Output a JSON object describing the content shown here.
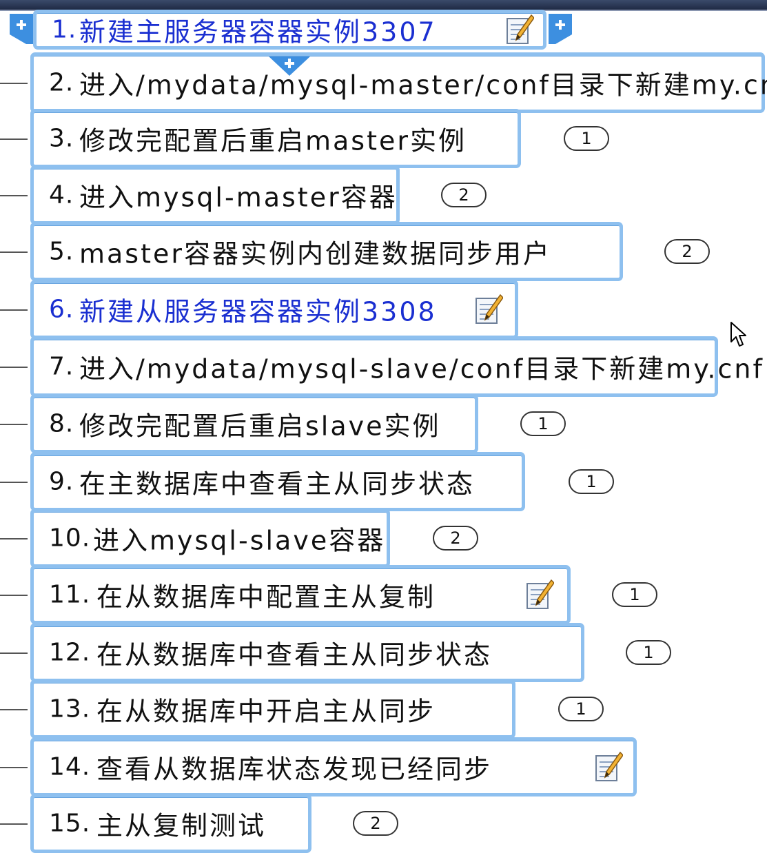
{
  "mindmap": {
    "nodes": [
      {
        "num": "1.",
        "text": "新建主服务器容器实例3307",
        "style": "link",
        "has_note": true,
        "badge": null
      },
      {
        "num": "2.",
        "text": "进入/mydata/mysql-master/conf目录下新建my.cnf",
        "style": "normal",
        "has_note": false,
        "badge": null
      },
      {
        "num": "3.",
        "text": "修改完配置后重启master实例",
        "style": "normal",
        "has_note": false,
        "badge": "1"
      },
      {
        "num": "4.",
        "text": "进入mysql-master容器",
        "style": "normal",
        "has_note": false,
        "badge": "2"
      },
      {
        "num": "5.",
        "text": "master容器实例内创建数据同步用户",
        "style": "normal",
        "has_note": false,
        "badge": "2"
      },
      {
        "num": "6.",
        "text": "新建从服务器容器实例3308",
        "style": "link",
        "has_note": true,
        "badge": null
      },
      {
        "num": "7.",
        "text": "进入/mydata/mysql-slave/conf目录下新建my.cnf",
        "style": "normal",
        "has_note": false,
        "badge": null
      },
      {
        "num": "8.",
        "text": "修改完配置后重启slave实例",
        "style": "normal",
        "has_note": false,
        "badge": "1"
      },
      {
        "num": "9.",
        "text": "在主数据库中查看主从同步状态",
        "style": "normal",
        "has_note": false,
        "badge": "1"
      },
      {
        "num": "10.",
        "text": "进入mysql-slave容器",
        "style": "normal",
        "has_note": false,
        "badge": "2"
      },
      {
        "num": "11.",
        "text": "在从数据库中配置主从复制",
        "style": "normal",
        "has_note": true,
        "badge": "1"
      },
      {
        "num": "12.",
        "text": "在从数据库中查看主从同步状态",
        "style": "normal",
        "has_note": false,
        "badge": "1"
      },
      {
        "num": "13.",
        "text": "在从数据库中开启主从同步",
        "style": "normal",
        "has_note": false,
        "badge": "1"
      },
      {
        "num": "14.",
        "text": "查看从数据库状态发现已经同步",
        "style": "normal",
        "has_note": true,
        "badge": null
      },
      {
        "num": "15.",
        "text": "主从复制测试",
        "style": "normal",
        "has_note": false,
        "badge": "2"
      }
    ]
  },
  "colors": {
    "node_border": "#8ec0ef",
    "link_text": "#1a2fd1",
    "normal_text": "#111111",
    "expand_tab": "#3d8fe0"
  },
  "icons": {
    "note": "note-icon",
    "expand": "plus-icon",
    "cursor": "mouse-cursor-icon"
  }
}
